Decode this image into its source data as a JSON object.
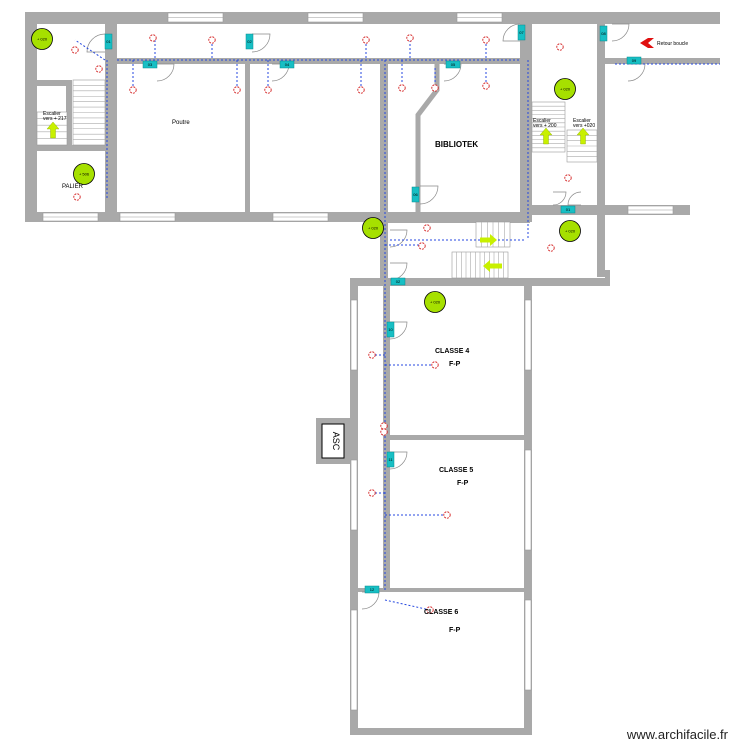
{
  "plan": {
    "rooms": {
      "poutre": "Poutre",
      "bibliotek": "BIBLIOTEK",
      "palier": "PALIER",
      "classe4": "CLASSE 4",
      "classe4_sub": "F-P",
      "classe5": "CLASSE 5",
      "classe5_sub": "F-P",
      "classe6": "CLASSE 6",
      "classe6_sub": "F-P",
      "asc": "ASC"
    },
    "stairs": {
      "left_l1": "Escalier",
      "left_l2": "vers + 217",
      "mid_l1": "Escalier",
      "mid_l2": "vers + 200",
      "right_l1": "Escalier",
      "right_l2": "vers +020"
    },
    "levels": [
      "+ 020",
      "+ 506",
      "+ 020",
      "+ 020",
      "+ 020",
      "+ 020"
    ],
    "tags": [
      "01",
      "02",
      "03",
      "04",
      "05",
      "06",
      "07",
      "08",
      "09",
      "10",
      "11",
      "12"
    ],
    "return_loop": "Retour boucle",
    "colors": {
      "wall": "#a9a9a9",
      "level": "#a6e000",
      "tag": "#17bfc4",
      "network": "#2447e0",
      "detector": "#d42020",
      "arrow": "#c8f000",
      "return": "#e01010"
    }
  },
  "watermark": "www.archifacile.fr"
}
